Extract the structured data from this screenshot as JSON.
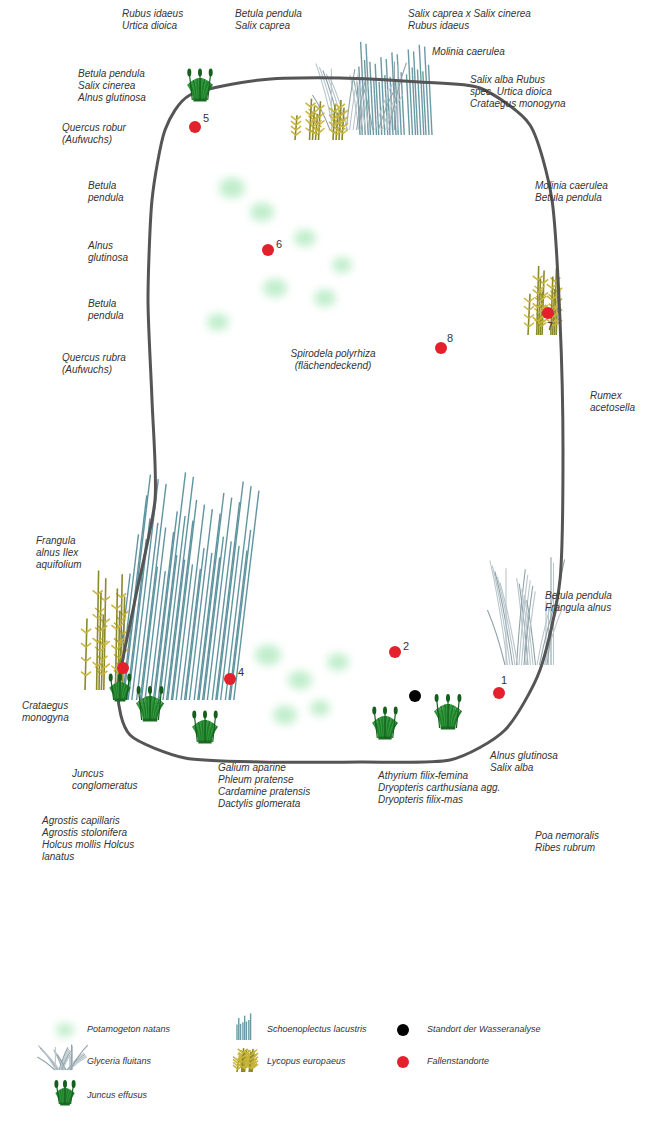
{
  "diagram": {
    "labels": [
      "Rubus idaeus Urtica dioica",
      "Betula pendula Salix caprea",
      "Salix caprea x Salix cinerea Rubus idaeus",
      "Molinia caerulea",
      "Betula pendula Salix cinerea Alnus glutinosa",
      "Salix alba Rubus spec. Urtica dioica Crataegus monogyna",
      "Quercus robur (Aufwuchs)",
      "Molinia caerulea Betula pendula",
      "Betula pendula",
      "Alnus glutinosa",
      "Betula pendula",
      "Quercus rubra (Aufwuchs)",
      "Spirodela polyrhiza (flächendeckend)",
      "Rumex acetosella",
      "Frangula alnus Ilex aquifolium",
      "Betula pendula Frangula alnus",
      "Crataegus monogyna",
      "Alnus glutinosa Salix alba",
      "Juncus conglomeratus",
      "Galium aparine Phleum pratense Cardamine pratensis Dactylis glomerata",
      "Athyrium filix-femina Dryopteris carthusiana agg. Dryopteris filix-mas",
      "Agrostis capillaris Agrostis stolonifera Holcus mollis Holcus lanatus",
      "Poa nemoralis Ribes rubrum",
      "5",
      "6",
      "8",
      "7",
      "2",
      "1",
      "4"
    ],
    "legend": [
      {
        "text": "Potamogeton natans"
      },
      {
        "text": "Glyceria fluitans"
      },
      {
        "text": "Juncus effusus"
      },
      {
        "text": "Schoenoplectus lacustris"
      },
      {
        "text": "Lycopus europaeus"
      },
      {
        "text": "Standort der Wasseranalyse",
        "color": "#000000"
      },
      {
        "text": "Fallenstandorte",
        "color": "#e3202b"
      }
    ]
  }
}
